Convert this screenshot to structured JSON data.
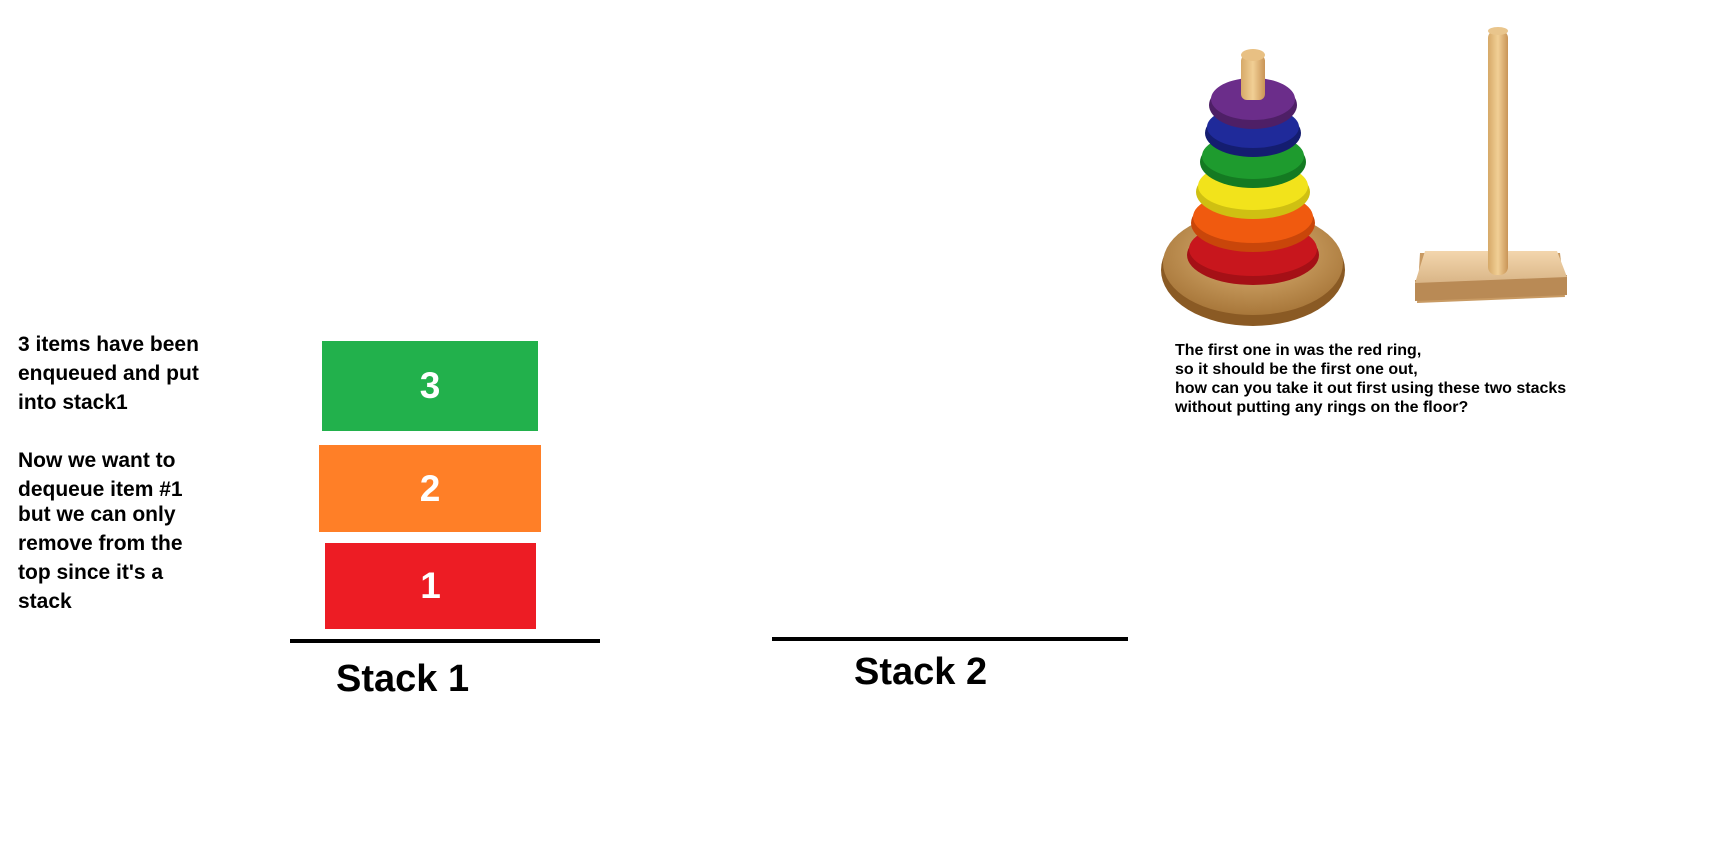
{
  "intro": {
    "paragraph1": "3 items have been\nenqueued and put\ninto stack1",
    "paragraph2": "Now we want to\ndequeue item #1",
    "paragraph3": "but we can only\nremove from the\ntop since it's a\nstack"
  },
  "stack1": {
    "label": "Stack 1",
    "items": [
      {
        "label": "3",
        "color": "#22b14c"
      },
      {
        "label": "2",
        "color": "#ff7f27"
      },
      {
        "label": "1",
        "color": "#ed1c24"
      }
    ]
  },
  "stack2": {
    "label": "Stack 2"
  },
  "photo": {
    "ring_colors": [
      "#6b2d8a",
      "#1f2a9a",
      "#1e9b2e",
      "#f2e31b",
      "#f05a0f",
      "#c8161d"
    ],
    "caption": "The first one in was the red ring,\nso it should be the first one out,\nhow can you take it out first using these two stacks\nwithout putting any rings on the floor?"
  }
}
